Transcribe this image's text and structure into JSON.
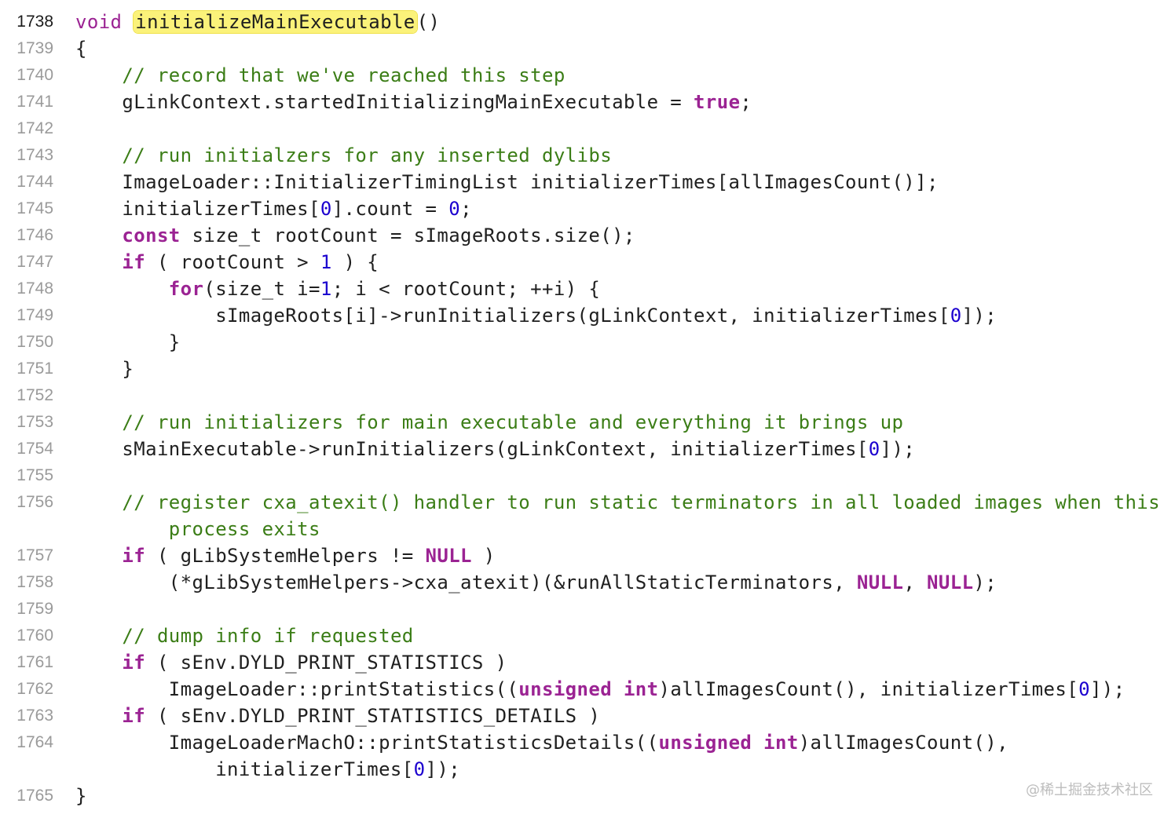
{
  "lines": [
    {
      "num": "1738",
      "tokens": [
        {
          "t": "void",
          "c": "kwn"
        },
        {
          "t": " "
        },
        {
          "t": "initializeMainExecutable",
          "c": "hl"
        },
        {
          "t": "()"
        }
      ]
    },
    {
      "num": "1739",
      "tokens": [
        {
          "t": "{"
        }
      ]
    },
    {
      "num": "1740",
      "tokens": [
        {
          "t": "    "
        },
        {
          "t": "// record that we've reached this step",
          "c": "cm"
        }
      ]
    },
    {
      "num": "1741",
      "tokens": [
        {
          "t": "    gLinkContext.startedInitializingMainExecutable = "
        },
        {
          "t": "true",
          "c": "kw"
        },
        {
          "t": ";"
        }
      ]
    },
    {
      "num": "1742",
      "tokens": []
    },
    {
      "num": "1743",
      "tokens": [
        {
          "t": "    "
        },
        {
          "t": "// run initialzers for any inserted dylibs",
          "c": "cm"
        }
      ]
    },
    {
      "num": "1744",
      "tokens": [
        {
          "t": "    ImageLoader::InitializerTimingList initializerTimes[allImagesCount()];"
        }
      ]
    },
    {
      "num": "1745",
      "tokens": [
        {
          "t": "    initializerTimes["
        },
        {
          "t": "0",
          "c": "num"
        },
        {
          "t": "].count = "
        },
        {
          "t": "0",
          "c": "num"
        },
        {
          "t": ";"
        }
      ]
    },
    {
      "num": "1746",
      "tokens": [
        {
          "t": "    "
        },
        {
          "t": "const",
          "c": "kw"
        },
        {
          "t": " size_t rootCount = sImageRoots.size();"
        }
      ]
    },
    {
      "num": "1747",
      "tokens": [
        {
          "t": "    "
        },
        {
          "t": "if",
          "c": "kw"
        },
        {
          "t": " ( rootCount > "
        },
        {
          "t": "1",
          "c": "num"
        },
        {
          "t": " ) {"
        }
      ]
    },
    {
      "num": "1748",
      "tokens": [
        {
          "t": "        "
        },
        {
          "t": "for",
          "c": "kw"
        },
        {
          "t": "(size_t i="
        },
        {
          "t": "1",
          "c": "num"
        },
        {
          "t": "; i < rootCount; ++i) {"
        }
      ]
    },
    {
      "num": "1749",
      "tokens": [
        {
          "t": "            sImageRoots[i]->runInitializers(gLinkContext, initializerTimes["
        },
        {
          "t": "0",
          "c": "num"
        },
        {
          "t": "]);"
        }
      ]
    },
    {
      "num": "1750",
      "tokens": [
        {
          "t": "        }"
        }
      ]
    },
    {
      "num": "1751",
      "tokens": [
        {
          "t": "    }"
        }
      ]
    },
    {
      "num": "1752",
      "tokens": []
    },
    {
      "num": "1753",
      "tokens": [
        {
          "t": "    "
        },
        {
          "t": "// run initializers for main executable and everything it brings up",
          "c": "cm"
        }
      ]
    },
    {
      "num": "1754",
      "tokens": [
        {
          "t": "    sMainExecutable->runInitializers(gLinkContext, initializerTimes["
        },
        {
          "t": "0",
          "c": "num"
        },
        {
          "t": "]);"
        }
      ]
    },
    {
      "num": "1755",
      "tokens": []
    },
    {
      "num": "1756",
      "tall": true,
      "tokens": [
        {
          "t": "    "
        },
        {
          "t": "// register cxa_atexit() handler to run static terminators in all loaded images when this\n        process exits",
          "c": "cm"
        }
      ]
    },
    {
      "num": "1757",
      "tokens": [
        {
          "t": "    "
        },
        {
          "t": "if",
          "c": "kw"
        },
        {
          "t": " ( gLibSystemHelpers != "
        },
        {
          "t": "NULL",
          "c": "kw"
        },
        {
          "t": " )"
        }
      ]
    },
    {
      "num": "1758",
      "tokens": [
        {
          "t": "        (*gLibSystemHelpers->cxa_atexit)(&runAllStaticTerminators, "
        },
        {
          "t": "NULL",
          "c": "kw"
        },
        {
          "t": ", "
        },
        {
          "t": "NULL",
          "c": "kw"
        },
        {
          "t": ");"
        }
      ]
    },
    {
      "num": "1759",
      "tokens": []
    },
    {
      "num": "1760",
      "tokens": [
        {
          "t": "    "
        },
        {
          "t": "// dump info if requested",
          "c": "cm"
        }
      ]
    },
    {
      "num": "1761",
      "tokens": [
        {
          "t": "    "
        },
        {
          "t": "if",
          "c": "kw"
        },
        {
          "t": " ( sEnv.DYLD_PRINT_STATISTICS )"
        }
      ]
    },
    {
      "num": "1762",
      "tokens": [
        {
          "t": "        ImageLoader::printStatistics(("
        },
        {
          "t": "unsigned",
          "c": "kw"
        },
        {
          "t": " "
        },
        {
          "t": "int",
          "c": "kw"
        },
        {
          "t": ")allImagesCount(), initializerTimes["
        },
        {
          "t": "0",
          "c": "num"
        },
        {
          "t": "]);"
        }
      ]
    },
    {
      "num": "1763",
      "tokens": [
        {
          "t": "    "
        },
        {
          "t": "if",
          "c": "kw"
        },
        {
          "t": " ( sEnv.DYLD_PRINT_STATISTICS_DETAILS )"
        }
      ]
    },
    {
      "num": "1764",
      "tall": true,
      "tokens": [
        {
          "t": "        ImageLoaderMachO::printStatisticsDetails(("
        },
        {
          "t": "unsigned",
          "c": "kw"
        },
        {
          "t": " "
        },
        {
          "t": "int",
          "c": "kw"
        },
        {
          "t": ")allImagesCount(),\n            initializerTimes["
        },
        {
          "t": "0",
          "c": "num"
        },
        {
          "t": "]);"
        }
      ]
    },
    {
      "num": "1765",
      "tokens": [
        {
          "t": "}"
        }
      ]
    }
  ],
  "current_line": "1738",
  "watermark": "@稀土掘金技术社区",
  "colors": {
    "keyword": "#9b2393",
    "number": "#1c00cf",
    "comment": "#3b7d16",
    "highlight": "#fbf27a"
  }
}
